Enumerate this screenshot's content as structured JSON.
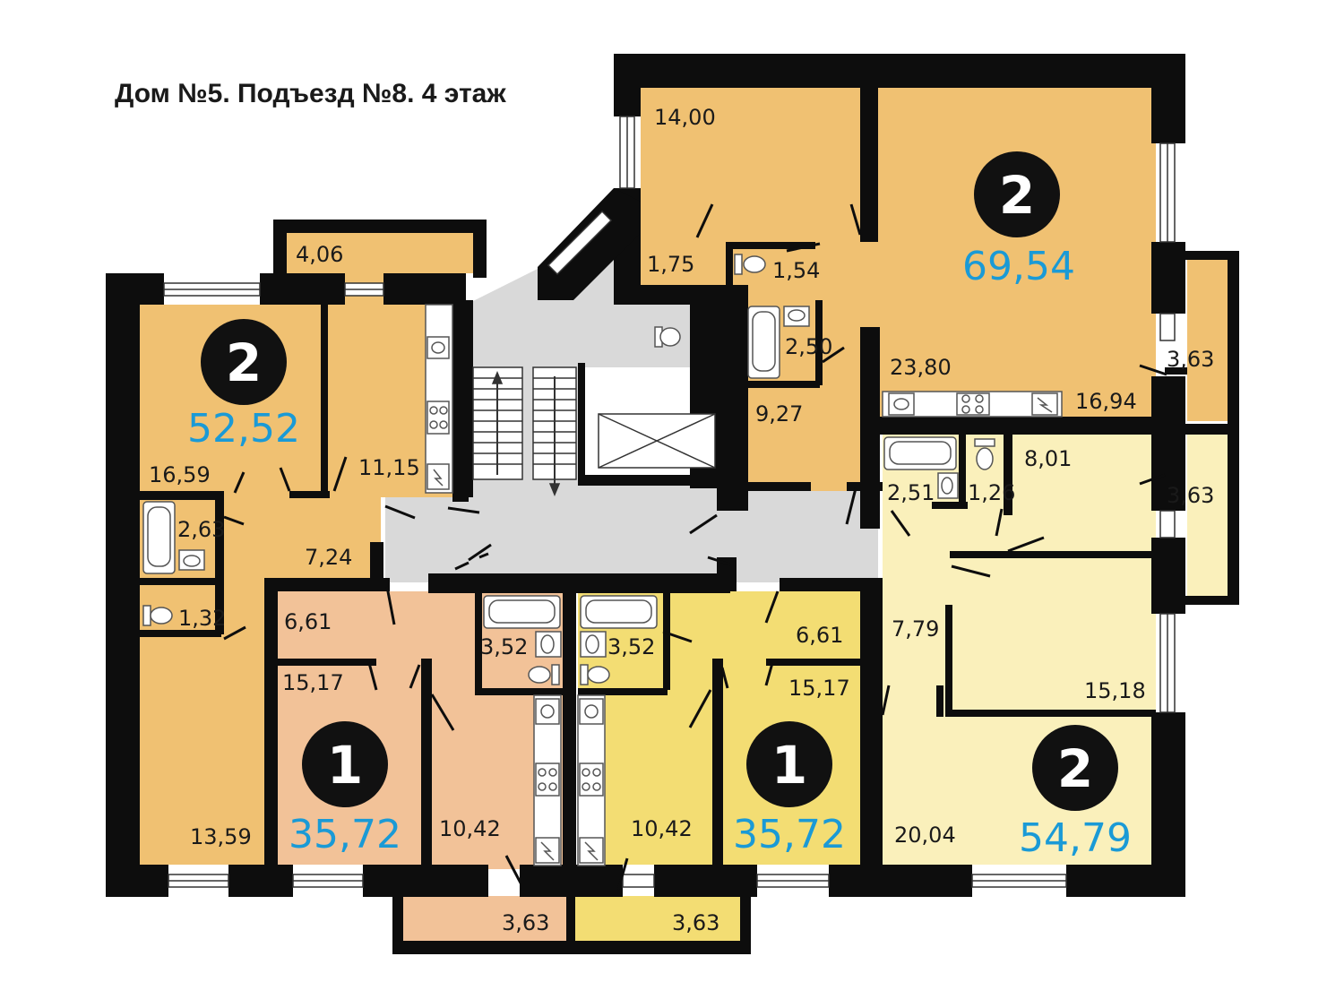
{
  "title": "Дом №5. Подъезд №8. 4 этаж",
  "colors": {
    "apt_2_left": "#f0c172",
    "apt_1_left": "#f2c298",
    "apt_1_right": "#f3dd73",
    "apt_2_right": "#faf0bb",
    "apt_2_top": "#f0c172",
    "common": "#d9d9d9",
    "total_label": "#1a9ad6"
  },
  "apartments": [
    {
      "id": "apt-top-right",
      "rooms": "2",
      "total": "69,54",
      "areas": [
        "14,00",
        "1,75",
        "1,54",
        "2,50",
        "9,27",
        "23,80",
        "16,94",
        "3,63"
      ]
    },
    {
      "id": "apt-left",
      "rooms": "2",
      "total": "52,52",
      "areas": [
        "4,06",
        "11,15",
        "16,59",
        "2,63",
        "7,24",
        "1,32",
        "13,59"
      ]
    },
    {
      "id": "apt-bottom-left",
      "rooms": "1",
      "total": "35,72",
      "areas": [
        "6,61",
        "3,52",
        "15,17",
        "10,42",
        "3,63"
      ]
    },
    {
      "id": "apt-bottom-center",
      "rooms": "1",
      "total": "35,72",
      "areas": [
        "3,52",
        "6,61",
        "15,17",
        "10,42",
        "3,63"
      ]
    },
    {
      "id": "apt-right",
      "rooms": "2",
      "total": "54,79",
      "areas": [
        "2,51",
        "1,26",
        "8,01",
        "3,63",
        "7,79",
        "15,18",
        "20,04"
      ]
    }
  ]
}
